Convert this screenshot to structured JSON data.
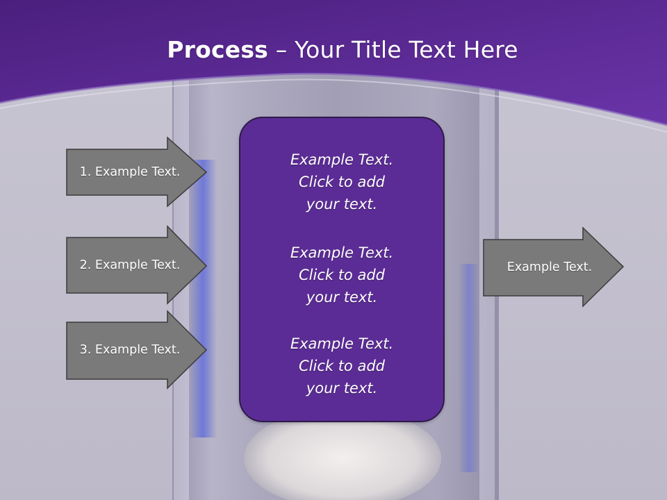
{
  "title": {
    "bold": "Process",
    "rest": " – Your Title Text Here"
  },
  "input_arrows": [
    {
      "label": "1. Example Text."
    },
    {
      "label": "2. Example Text."
    },
    {
      "label": "3. Example Text."
    }
  ],
  "center_box": {
    "items": [
      {
        "text": "Example Text.\nClick  to add\nyour text."
      },
      {
        "text": "Example Text.\nClick  to add\nyour text."
      },
      {
        "text": "Example Text.\nClick  to add\nyour text."
      }
    ]
  },
  "output_arrow": {
    "label": "Example Text."
  },
  "colors": {
    "header_purple": "#5a2a92",
    "box_purple": "#5b2c95",
    "arrow_gray": "#787878",
    "background": "#c5c1cf"
  }
}
